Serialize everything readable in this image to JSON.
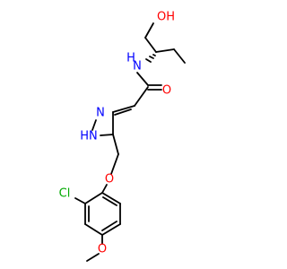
{
  "atoms": {
    "oh": {
      "text": "OH",
      "color": "#ff0000"
    },
    "nh_amide": {
      "text": "H",
      "color": "#0000ff"
    },
    "n_amide": {
      "text": "N",
      "color": "#0000ff"
    },
    "o_carbonyl": {
      "text": "O",
      "color": "#ff0000"
    },
    "n_pyrazole": {
      "text": "N",
      "color": "#0000ff"
    },
    "hn_pyrazole": {
      "text": "HN",
      "color": "#0000ff"
    },
    "o_ether": {
      "text": "O",
      "color": "#ff0000"
    },
    "cl": {
      "text": "Cl",
      "color": "#00aa00"
    },
    "o_methoxy": {
      "text": "O",
      "color": "#ff0000"
    }
  },
  "colors": {
    "bond": "#000000",
    "background": "#ffffff"
  }
}
